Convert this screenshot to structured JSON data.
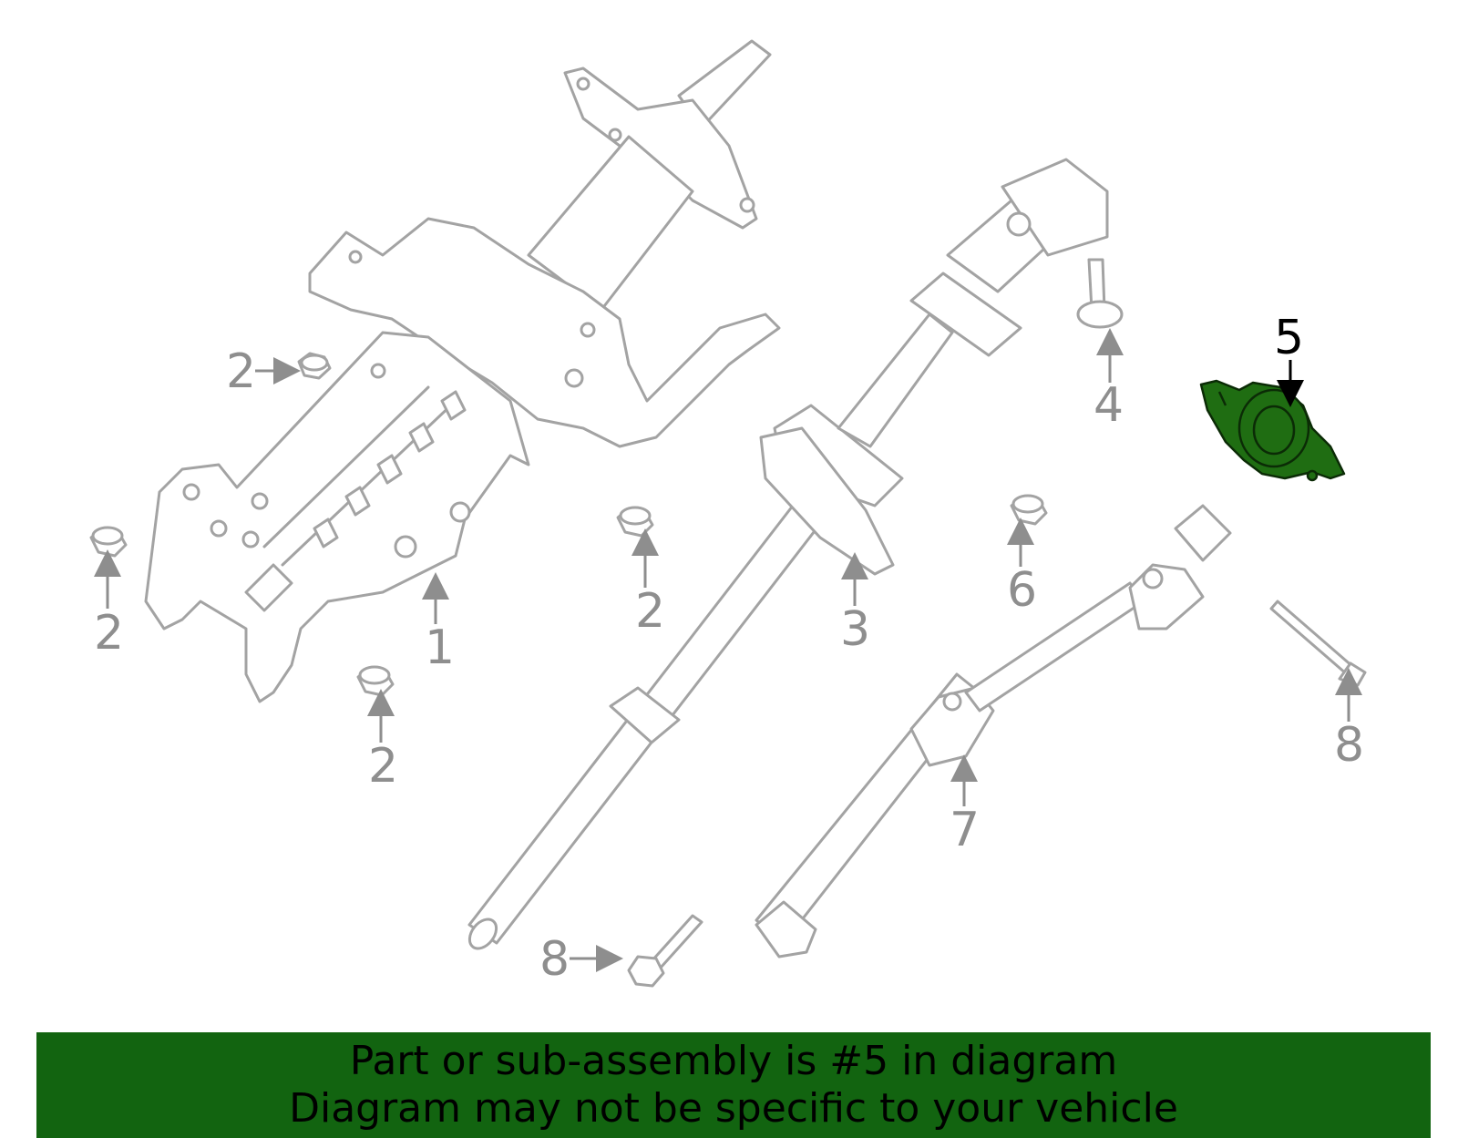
{
  "callouts": {
    "c1": "1",
    "c2a": "2",
    "c2b": "2",
    "c2c": "2",
    "c2d": "2",
    "c3": "3",
    "c4": "4",
    "c5": "5",
    "c6": "6",
    "c7": "7",
    "c8a": "8",
    "c8b": "8"
  },
  "highlighted_part": "5",
  "colors": {
    "line": "#a3a3a3",
    "callout": "#8e8e8e",
    "highlight_fill": "#1f6d12",
    "banner": "#126410"
  },
  "banner": {
    "line1": "Part or sub-assembly is #5 in diagram",
    "line2": "Diagram may not be specific to your vehicle"
  }
}
